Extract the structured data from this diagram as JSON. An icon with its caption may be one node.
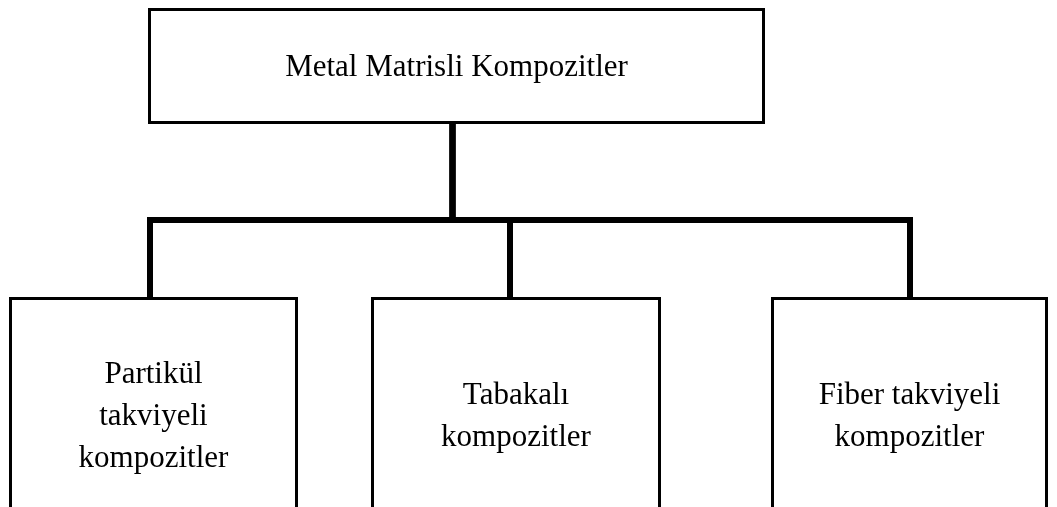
{
  "diagram": {
    "nodes": [
      {
        "text": [
          "Metal Matrisli Kompozitler"
        ]
      },
      {
        "text": [
          "Partikül takviyeli kompozitler"
        ]
      },
      {
        "text": [
          "Tabakalı kompozitler"
        ]
      },
      {
        "text": [
          "Fiber takviyeli kompozitler"
        ]
      }
    ],
    "edges": [
      {
        "from": 0,
        "to": 1,
        "arrow": "none"
      },
      {
        "from": 0,
        "to": 2,
        "arrow": "none"
      },
      {
        "from": 0,
        "to": 3,
        "arrow": "none"
      }
    ]
  }
}
